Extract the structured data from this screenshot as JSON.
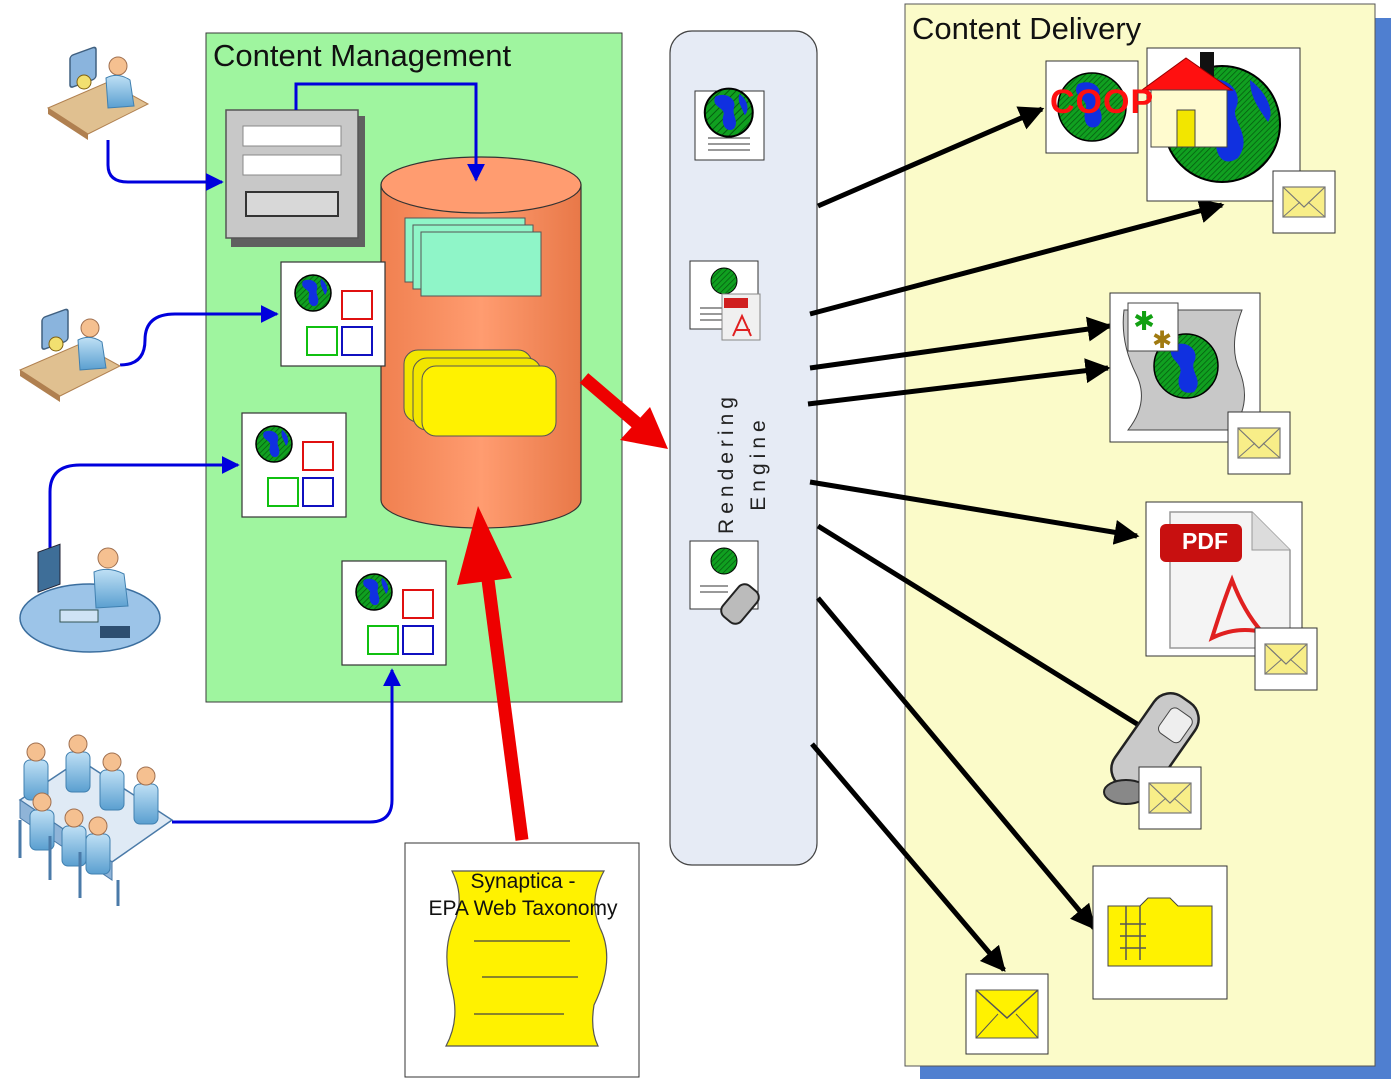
{
  "content_management": {
    "title": "Content Management"
  },
  "content_delivery": {
    "title": "Content Delivery",
    "coop_label": "COOP",
    "pdf_label": "PDF"
  },
  "rendering_engine": {
    "lines": [
      "Rendering",
      "Engine"
    ]
  },
  "taxonomy": {
    "lines": [
      "Synaptica -",
      "EPA Web Taxonomy"
    ]
  },
  "colors": {
    "content_management_bg": "#9ff59f",
    "content_delivery_bg": "#fbfbc9",
    "rendering_engine_bg": "#e6ebf5",
    "repository_cylinder": "#ff9966",
    "connector_blue": "#0000dd",
    "arrow_red": "#ee0000",
    "arrow_black": "#000000"
  },
  "icons": [
    "author-workstation-icon",
    "web-form-icon",
    "content-repository-icon",
    "content-page-icon",
    "document-icon",
    "pdf-icon",
    "mobile-phone-icon",
    "envelope-icon",
    "folder-icon",
    "house-icon",
    "globe-icon",
    "meeting-group-icon"
  ]
}
